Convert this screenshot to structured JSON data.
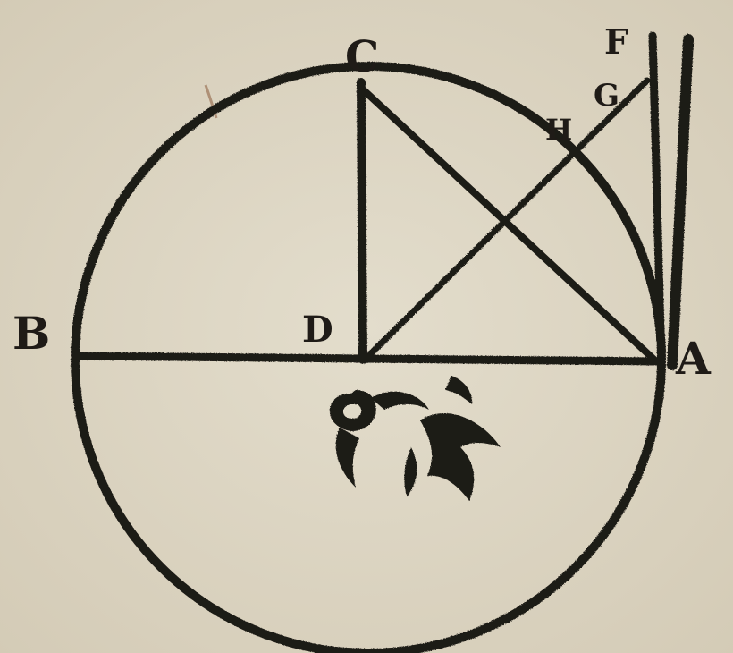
{
  "diagram": {
    "labels": {
      "A": "A",
      "B": "B",
      "C": "C",
      "D": "D",
      "F": "F",
      "G": "G",
      "H": "H"
    },
    "colors": {
      "paper": "#ddd6c4",
      "ink": "#1f1b17"
    },
    "ornament_icon": "fleuron-ornament-icon"
  }
}
